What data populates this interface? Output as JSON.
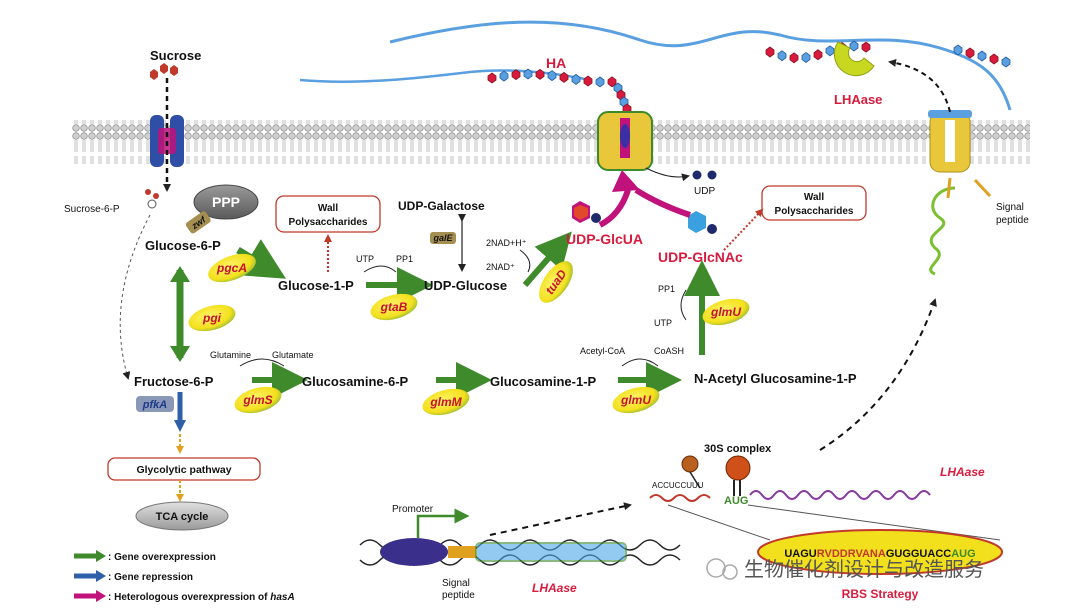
{
  "labels": {
    "sucrose": "Sucrose",
    "sucrose6p": "Sucrose-6-P",
    "ppp": "PPP",
    "glucose6p": "Glucose-6-P",
    "glucose1p": "Glucose-1-P",
    "udpGlucose": "UDP-Glucose",
    "udpGalactose": "UDP-Galactose",
    "udpGlcUA": "UDP-GlcUA",
    "udpGlcNAc": "UDP-GlcNAc",
    "fructose6p": "Fructose-6-P",
    "glucosamine6p": "Glucosamine-6-P",
    "glucosamine1p": "Glucosamine-1-P",
    "nAcetyl": "N-Acetyl Glucosamine-1-P",
    "glycolytic": "Glycolytic pathway",
    "tca": "TCA cycle",
    "wallPoly1": [
      "Wall",
      "Polysaccharides"
    ],
    "wallPoly2": [
      "Wall",
      "Polysaccharides"
    ],
    "ha": "HA",
    "lhaase": "LHAase",
    "lhaaseGene": "LHAase",
    "lhaaseGene2": "LHAase",
    "udp": "UDP",
    "signalPeptide1": [
      "Signal",
      "peptide"
    ],
    "signalPeptide2": [
      "Signal",
      "peptide"
    ],
    "promoter": "Promoter",
    "complex30s": "30S complex",
    "aug": "AUG",
    "accc": "ACCUCCUUU",
    "rbsStrategy": "RBS Strategy",
    "watermark": "生物催化剂设计与改造服务"
  },
  "cofactors": {
    "utp1": "UTP",
    "pp1a": "PP1",
    "nadh": "2NAD+H⁺",
    "nad": "2NAD⁺",
    "glutamine": "Glutamine",
    "glutamate": "Glutamate",
    "acetylCoA": "Acetyl-CoA",
    "coash": "CoASH",
    "pp1b": "PP1",
    "utp2": "UTP"
  },
  "genes": {
    "zwf": "zwf",
    "pgcA": "pgcA",
    "pgi": "pgi",
    "gtaB": "gtaB",
    "galE": "galE",
    "tuaD": "tuaD",
    "glmU1": "glmU",
    "glmU2": "glmU",
    "glmS": "glmS",
    "glmM": "glmM",
    "pfkA": "pfkA"
  },
  "rbs": {
    "pre": "UAGU",
    "mid": "RVDDRVANA",
    "post": "GUGGUACC",
    "end": "AUG"
  },
  "legend": [
    {
      "text": ": Gene overexpression",
      "color": "#3f8a2b"
    },
    {
      "text": ": Gene repression",
      "color": "#2f5fa8"
    },
    {
      "text": ": Heterologous overexpression of ",
      "em": "hasA",
      "color": "#c0127a"
    }
  ],
  "colors": {
    "overexpression": "#3f8a2b",
    "repression": "#2f5fa8",
    "heterologous": "#c0127a",
    "geneOval": "#f3e01c",
    "membraneHead": "#cfcfcf",
    "haChain": "#5aa0e0"
  }
}
